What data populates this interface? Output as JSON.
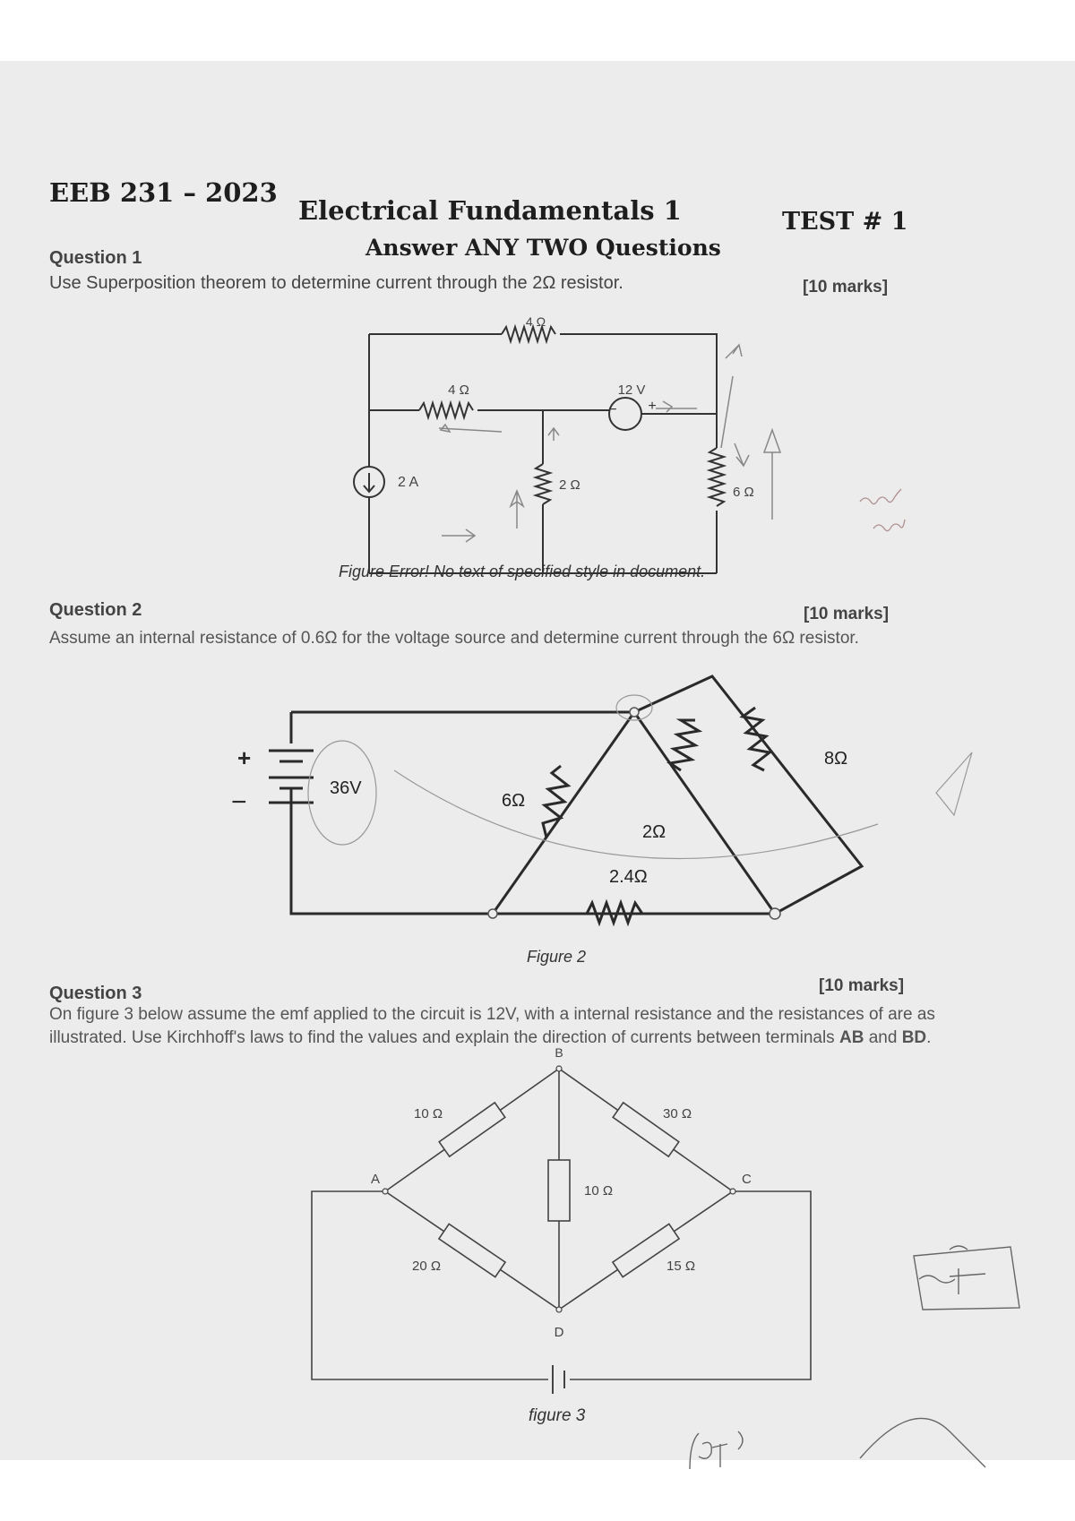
{
  "header": {
    "course": "EEB 231 – 2023",
    "subject": "Electrical Fundamentals 1",
    "test": "TEST # 1",
    "instruction": "Answer ANY TWO Questions"
  },
  "q1": {
    "title": "Question 1",
    "marks": "[10 marks]",
    "text": "Use Superposition theorem to determine current through the 2Ω resistor.",
    "caption": "Figure Error! No text of specified style in document.",
    "labels": {
      "r_top": "4 Ω",
      "r_mid": "4 Ω",
      "vsrc": "12 V",
      "isrc": "2 A",
      "r_center": "2 Ω",
      "r_right": "6 Ω"
    }
  },
  "q2": {
    "title": "Question 2",
    "marks": "[10 marks]",
    "text": "Assume an internal resistance of 0.6Ω for the voltage source and determine current through the 6Ω resistor.",
    "caption": "Figure 2",
    "labels": {
      "battery": "36V",
      "r_left": "6Ω",
      "r_mid": "2Ω",
      "r_bottom": "2.4Ω",
      "r_right": "8Ω"
    }
  },
  "q3": {
    "title": "Question 3",
    "marks": "[10 marks]",
    "text_line1": "On figure 3 below assume the emf applied to the circuit is 12V, with a internal resistance and the resistances of are as",
    "text_line2_a": "illustrated. Use Kirchhoff's laws to find the values and explain the direction of currents between terminals ",
    "term_ab": "AB",
    "and_word": " and ",
    "term_bd": "BD",
    "period": ".",
    "caption": "figure 3",
    "labels": {
      "node_a": "A",
      "node_b": "B",
      "node_c": "C",
      "node_d": "D",
      "r_ab": "10 Ω",
      "r_bc": "30 Ω",
      "r_bd": "10 Ω",
      "r_ad": "20 Ω",
      "r_dc": "15 Ω"
    }
  },
  "colors": {
    "paper": "#ececec",
    "ink": "#2a2a2a",
    "pencil": "#8a8a8a"
  }
}
